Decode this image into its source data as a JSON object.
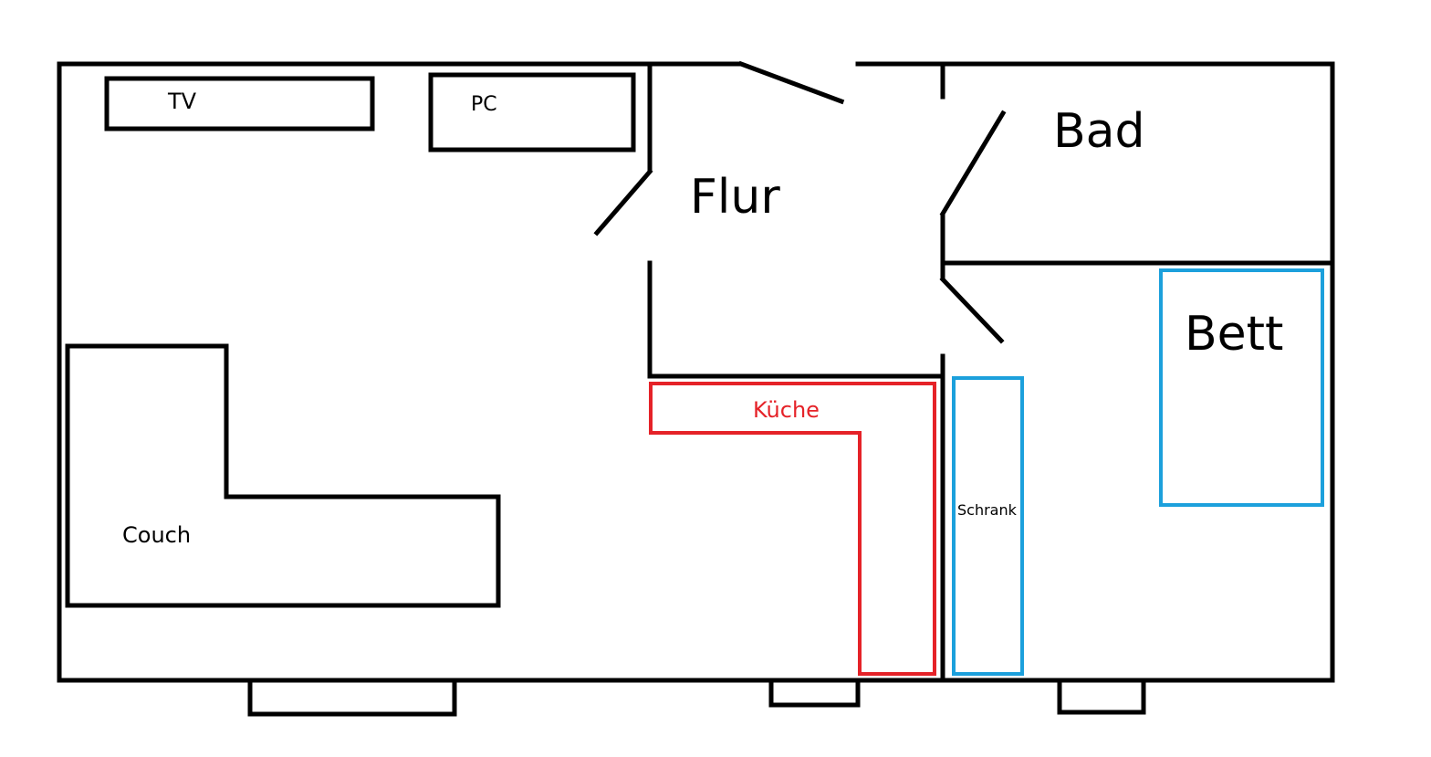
{
  "labels": {
    "tv": "TV",
    "pc": "PC",
    "flur": "Flur",
    "bad": "Bad",
    "bett": "Bett",
    "kueche": "Küche",
    "schrank": "Schrank",
    "couch": "Couch"
  },
  "colors": {
    "wall": "#000000",
    "kitchen": "#e52228",
    "bedroom_furniture": "#1ca0dc",
    "background": "#ffffff"
  }
}
